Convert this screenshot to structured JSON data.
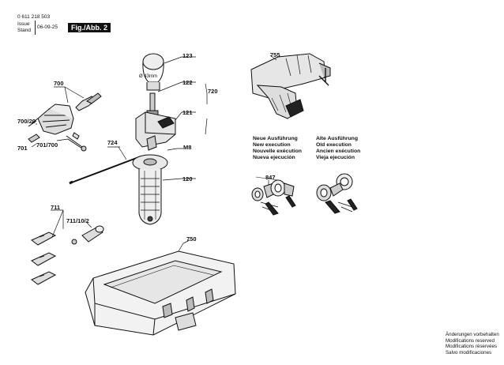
{
  "header": {
    "part_no": "0 611 218 503",
    "issue_label": "Issue",
    "stand_label": "Stand",
    "date": "06-09-25",
    "fig": "Fig./Abb. 2"
  },
  "labels": {
    "p123": "123",
    "p122": "122",
    "p121": "121",
    "p720": "720",
    "p700": "700",
    "p700_20": "700/20",
    "p701": "701",
    "p701_700": "701/700",
    "p724": "724",
    "pM8": "M8",
    "p120": "120",
    "p755": "755",
    "p711": "711",
    "p711_10_2": "711/10/2",
    "p750": "750",
    "p847": "847",
    "dia": "Ø 43mm"
  },
  "captions": {
    "new": [
      "Neue Ausführung",
      "New execution",
      "Nouvelle exécution",
      "Nueva ejecución"
    ],
    "old": [
      "Alte Ausführung",
      "Old execution",
      "Ancien exécution",
      "Vieja ejecución"
    ]
  },
  "footer": [
    "Änderungen vorbehalten",
    "Modifications reserved",
    "Modifications réservées",
    "Salvo modificaciones"
  ]
}
